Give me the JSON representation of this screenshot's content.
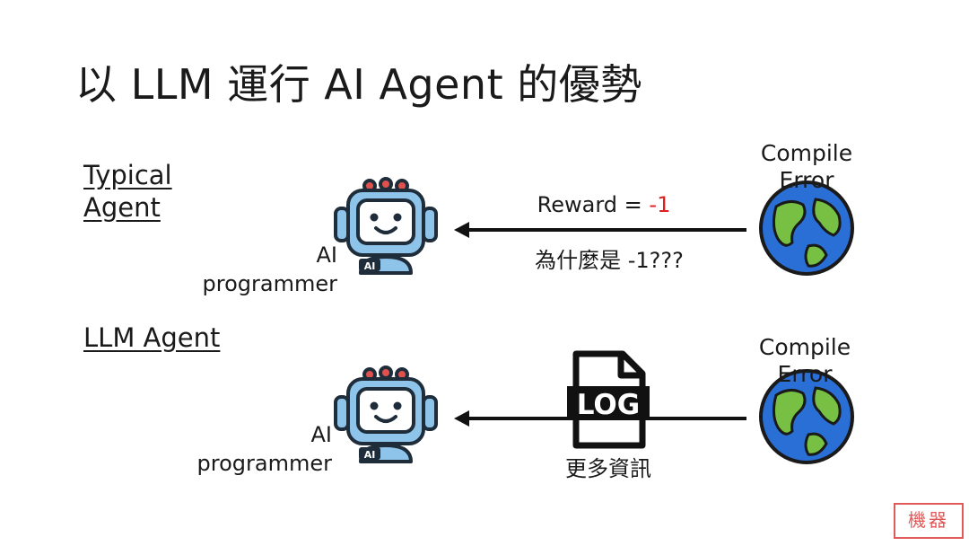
{
  "title": "以 LLM 運行 AI Agent 的優勢",
  "typical": {
    "heading_line1": "Typical",
    "heading_line2": "Agent",
    "agent_label_line1": "AI",
    "agent_label_line2": "programmer",
    "source_line1": "Compile",
    "source_line2": "Error",
    "reward_prefix": "Reward = ",
    "reward_value": "-1",
    "question": "為什麼是 -1???"
  },
  "llm": {
    "heading": "LLM Agent",
    "agent_label_line1": "AI",
    "agent_label_line2": "programmer",
    "source_line1": "Compile",
    "source_line2": "Error",
    "log_text": "LOG",
    "info_label": "更多資訊"
  },
  "robot_badge": "AI",
  "watermark": "機器",
  "icons": {
    "robot": "robot-icon",
    "globe": "globe-icon",
    "log_file": "log-file-icon"
  },
  "colors": {
    "negative": "#e02020",
    "robot_body": "#8ec3ea",
    "robot_outline": "#1f2d3a",
    "robot_lights": "#e0514d",
    "ocean": "#2a6fd6",
    "land": "#77c044"
  }
}
